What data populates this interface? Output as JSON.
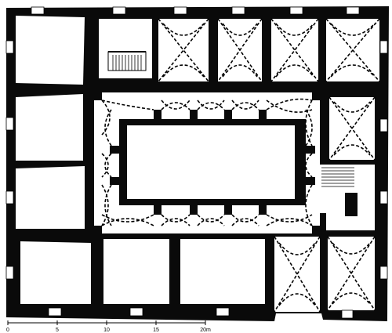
{
  "scale_bar": {
    "ticks": [
      "0",
      "5",
      "10",
      "15",
      "20m"
    ]
  }
}
